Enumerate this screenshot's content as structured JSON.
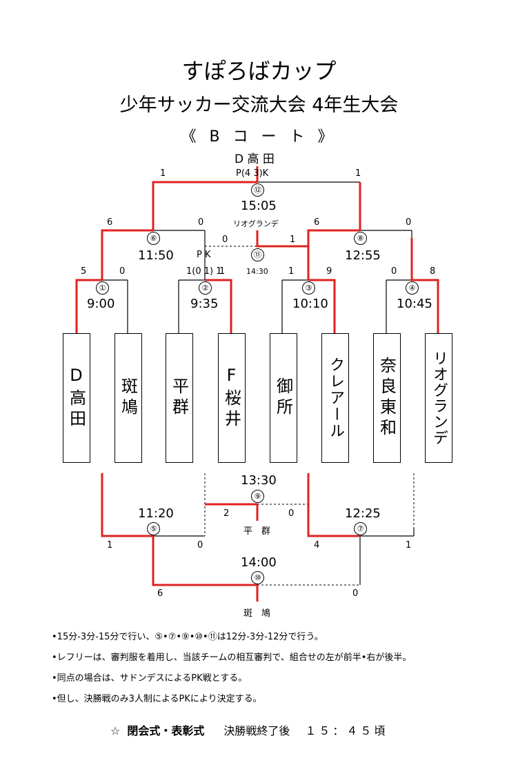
{
  "title": "すぽろばカップ",
  "subtitle": "少年サッカー交流大会 4年生大会",
  "court": "《 B コ ー ト 》",
  "champion": "D 高 田",
  "final": {
    "pk": "P(4 3)K",
    "num": "⑫",
    "time": "15:05",
    "left_score": "1",
    "right_score": "1"
  },
  "semis": [
    {
      "num": "⑥",
      "time": "11:50",
      "left_score": "6",
      "right_score": "0",
      "pk": "P K",
      "pk_score": "1(0 1) 1"
    },
    {
      "num": "⑧",
      "time": "12:55",
      "left_score": "6",
      "right_score": "0"
    }
  ],
  "third_place": {
    "num": "⑪",
    "time": "14:30",
    "winner": "リオグランデ",
    "left_score": "0",
    "right_score": "1"
  },
  "round1": [
    {
      "num": "①",
      "time": "9:00",
      "left_score": "5",
      "right_score": "0"
    },
    {
      "num": "②",
      "time": "9:35",
      "left_score": "",
      "right_score": "1"
    },
    {
      "num": "③",
      "time": "10:10",
      "left_score": "1",
      "right_score": "9"
    },
    {
      "num": "④",
      "time": "10:45",
      "left_score": "0",
      "right_score": "8"
    }
  ],
  "teams": [
    "D高田",
    "斑鳩",
    "平群",
    "F桜井",
    "御所",
    "クレアール",
    "奈良東和",
    "リオグランデ"
  ],
  "lower": {
    "m5": {
      "num": "⑤",
      "time": "11:20",
      "left_score": "1",
      "right_score": "0"
    },
    "m7": {
      "num": "⑦",
      "time": "12:25",
      "left_score": "4",
      "right_score": "1"
    },
    "m9": {
      "num": "⑨",
      "time": "13:30",
      "left_score": "2",
      "right_score": "0",
      "winner": "平　群"
    },
    "m10": {
      "num": "⑩",
      "time": "14:00",
      "left_score": "6",
      "right_score": "0",
      "winner": "斑　鳩"
    }
  },
  "notes": [
    "•15分-3分-15分で行い、⑤•⑦•⑨•⑩•⑪は12分-3分-12分で行う。",
    "•レフリーは、審判服を着用し、当該チームの相互審判で、組合せの左が前半•右が後半。",
    "•同点の場合は、サドンデスによるPK戦とする。",
    "•但し、決勝戦のみ3人制によるPKにより決定する。"
  ],
  "footer": {
    "star": "☆",
    "ceremony": "閉会式・表彰式",
    "after": "決勝戦終了後",
    "time": "１５：４５頃"
  },
  "colors": {
    "winner_line": "#e02020",
    "line": "#000000"
  }
}
